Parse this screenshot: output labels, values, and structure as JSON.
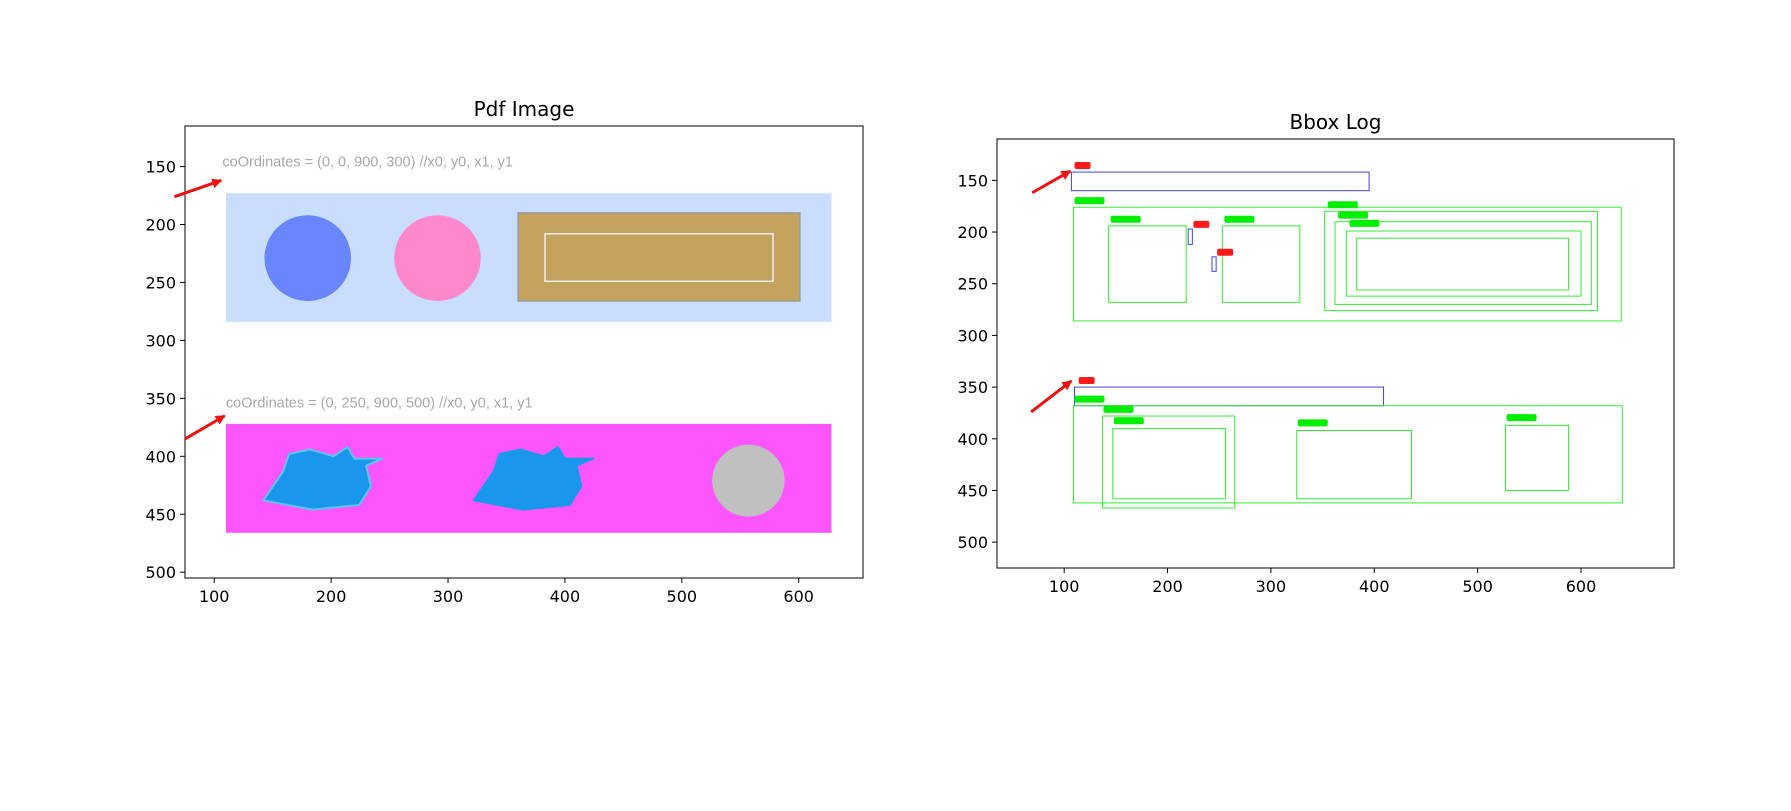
{
  "chart_data": [
    {
      "type": "image",
      "title": "Pdf Image",
      "xlim": [
        75,
        655
      ],
      "ylim": [
        505,
        115
      ],
      "xticks": [
        100,
        200,
        300,
        400,
        500,
        600
      ],
      "yticks": [
        150,
        200,
        250,
        300,
        350,
        400,
        450,
        500
      ],
      "annotations": [
        {
          "text": "coOrdinates = (0, 0, 900, 300) //x0, y0, x1, y1",
          "x": 107,
          "y": 150
        },
        {
          "text": "coOrdinates = (0, 250, 900, 500) //x0, y0, x1, y1",
          "x": 110,
          "y": 358
        }
      ],
      "arrows": [
        {
          "from": [
            66,
            176
          ],
          "to": [
            106,
            162
          ]
        },
        {
          "from": [
            75,
            385
          ],
          "to": [
            109,
            365
          ]
        }
      ],
      "rects": [
        {
          "x0": 110,
          "y0": 173,
          "x1": 628,
          "y1": 284,
          "fill": "#c9ddff",
          "stroke": "none"
        },
        {
          "x0": 360,
          "y0": 190,
          "x1": 601,
          "y1": 266,
          "fill": "#c4a35f",
          "stroke": "#9a9a9a"
        },
        {
          "x0": 383,
          "y0": 208,
          "x1": 578,
          "y1": 249,
          "fill": "none",
          "stroke": "#eeeeee"
        },
        {
          "x0": 110,
          "y0": 372,
          "x1": 628,
          "y1": 466,
          "fill": "#ff55ff",
          "stroke": "none"
        }
      ],
      "circles": [
        {
          "cx": 180,
          "cy": 229,
          "r": 37,
          "fill": "#6a86ff"
        },
        {
          "cx": 291,
          "cy": 229,
          "r": 37,
          "fill": "#ff88cc"
        },
        {
          "cx": 557,
          "cy": 421,
          "r": 31,
          "fill": "#c0c0c0"
        }
      ],
      "blobs": [
        {
          "cx": 194,
          "cy": 418,
          "fill": "#1b96ed",
          "stroke": "#59c6ff"
        },
        {
          "cx": 374,
          "cy": 418,
          "fill": "#1b96ed",
          "stroke": "#1b96ed"
        }
      ]
    },
    {
      "type": "bbox",
      "title": "Bbox Log",
      "xlim": [
        35,
        690
      ],
      "ylim": [
        525,
        110
      ],
      "xticks": [
        100,
        200,
        300,
        400,
        500,
        600
      ],
      "yticks": [
        150,
        200,
        250,
        300,
        350,
        400,
        450,
        500
      ],
      "boxes": [
        {
          "kind": "text",
          "x0": 107,
          "y0": 142,
          "x1": 395,
          "y1": 160,
          "color": "#4444dd"
        },
        {
          "kind": "text",
          "x0": 220,
          "y0": 197,
          "x1": 224,
          "y1": 212,
          "color": "#4444dd"
        },
        {
          "kind": "text",
          "x0": 243,
          "y0": 224,
          "x1": 247,
          "y1": 238,
          "color": "#4444dd"
        },
        {
          "kind": "text",
          "x0": 110,
          "y0": 350,
          "x1": 409,
          "y1": 368,
          "color": "#4444dd"
        },
        {
          "kind": "drawing",
          "x0": 109,
          "y0": 176,
          "x1": 639,
          "y1": 286,
          "color": "#33ee33"
        },
        {
          "kind": "drawing",
          "x0": 143,
          "y0": 194,
          "x1": 218,
          "y1": 268,
          "color": "#33ee33"
        },
        {
          "kind": "drawing",
          "x0": 253,
          "y0": 194,
          "x1": 328,
          "y1": 268,
          "color": "#33ee33"
        },
        {
          "kind": "drawing",
          "x0": 352,
          "y0": 180,
          "x1": 616,
          "y1": 276,
          "color": "#33ee33"
        },
        {
          "kind": "drawing",
          "x0": 362,
          "y0": 190,
          "x1": 610,
          "y1": 270,
          "color": "#33ee33"
        },
        {
          "kind": "drawing",
          "x0": 373,
          "y0": 199,
          "x1": 600,
          "y1": 262,
          "color": "#33ee33"
        },
        {
          "kind": "drawing",
          "x0": 383,
          "y0": 206,
          "x1": 588,
          "y1": 256,
          "color": "#33ee33"
        },
        {
          "kind": "drawing",
          "x0": 109,
          "y0": 368,
          "x1": 640,
          "y1": 462,
          "color": "#33ee33"
        },
        {
          "kind": "drawing",
          "x0": 137,
          "y0": 378,
          "x1": 265,
          "y1": 467,
          "color": "#33ee33"
        },
        {
          "kind": "drawing",
          "x0": 147,
          "y0": 390,
          "x1": 256,
          "y1": 458,
          "color": "#33ee33"
        },
        {
          "kind": "drawing",
          "x0": 325,
          "y0": 392,
          "x1": 436,
          "y1": 458,
          "color": "#33ee33"
        },
        {
          "kind": "drawing",
          "x0": 527,
          "y0": 387,
          "x1": 588,
          "y1": 450,
          "color": "#33ee33"
        }
      ],
      "tags": [
        {
          "kind": "text",
          "x": 110,
          "y": 138,
          "color": "#ff1a1a"
        },
        {
          "kind": "drawing",
          "x": 110,
          "y": 172,
          "color": "#00ee00"
        },
        {
          "kind": "drawing",
          "x": 145,
          "y": 190,
          "color": "#00ee00"
        },
        {
          "kind": "text",
          "x": 225,
          "y": 195,
          "color": "#ff1a1a"
        },
        {
          "kind": "drawing",
          "x": 255,
          "y": 190,
          "color": "#00ee00"
        },
        {
          "kind": "text",
          "x": 248,
          "y": 222,
          "color": "#ff1a1a"
        },
        {
          "kind": "drawing",
          "x": 355,
          "y": 176,
          "color": "#00ee00"
        },
        {
          "kind": "drawing",
          "x": 365,
          "y": 186,
          "color": "#00ee00"
        },
        {
          "kind": "drawing",
          "x": 376,
          "y": 194,
          "color": "#00ee00"
        },
        {
          "kind": "text",
          "x": 114,
          "y": 346,
          "color": "#ff1a1a"
        },
        {
          "kind": "drawing",
          "x": 110,
          "y": 364,
          "color": "#00ee00"
        },
        {
          "kind": "drawing",
          "x": 138,
          "y": 374,
          "color": "#00ee00"
        },
        {
          "kind": "drawing",
          "x": 148,
          "y": 385,
          "color": "#00ee00"
        },
        {
          "kind": "drawing",
          "x": 326,
          "y": 387,
          "color": "#00ee00"
        },
        {
          "kind": "drawing",
          "x": 528,
          "y": 382,
          "color": "#00ee00"
        }
      ],
      "arrows": [
        {
          "from": [
            69,
            162
          ],
          "to": [
            106,
            141
          ]
        },
        {
          "from": [
            68,
            374
          ],
          "to": [
            107,
            344
          ]
        }
      ]
    }
  ]
}
